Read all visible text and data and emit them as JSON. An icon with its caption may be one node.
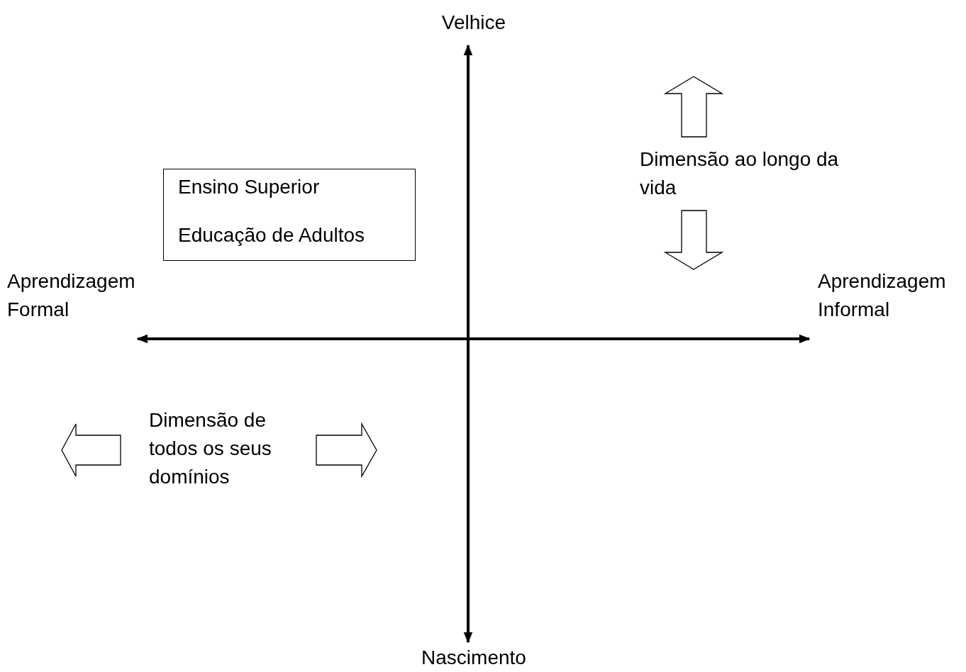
{
  "diagram": {
    "nodes": [
      {
        "text": [
          "Ensino Superior",
          "Educação de Adultos"
        ]
      }
    ],
    "edges": [],
    "labels": [
      "Velhice",
      "Dimensão ao longo da vida",
      "Aprendizagem Formal",
      "Aprendizagem Informal",
      "Dimensão de todos os seus domínios",
      "Nascimento"
    ]
  }
}
